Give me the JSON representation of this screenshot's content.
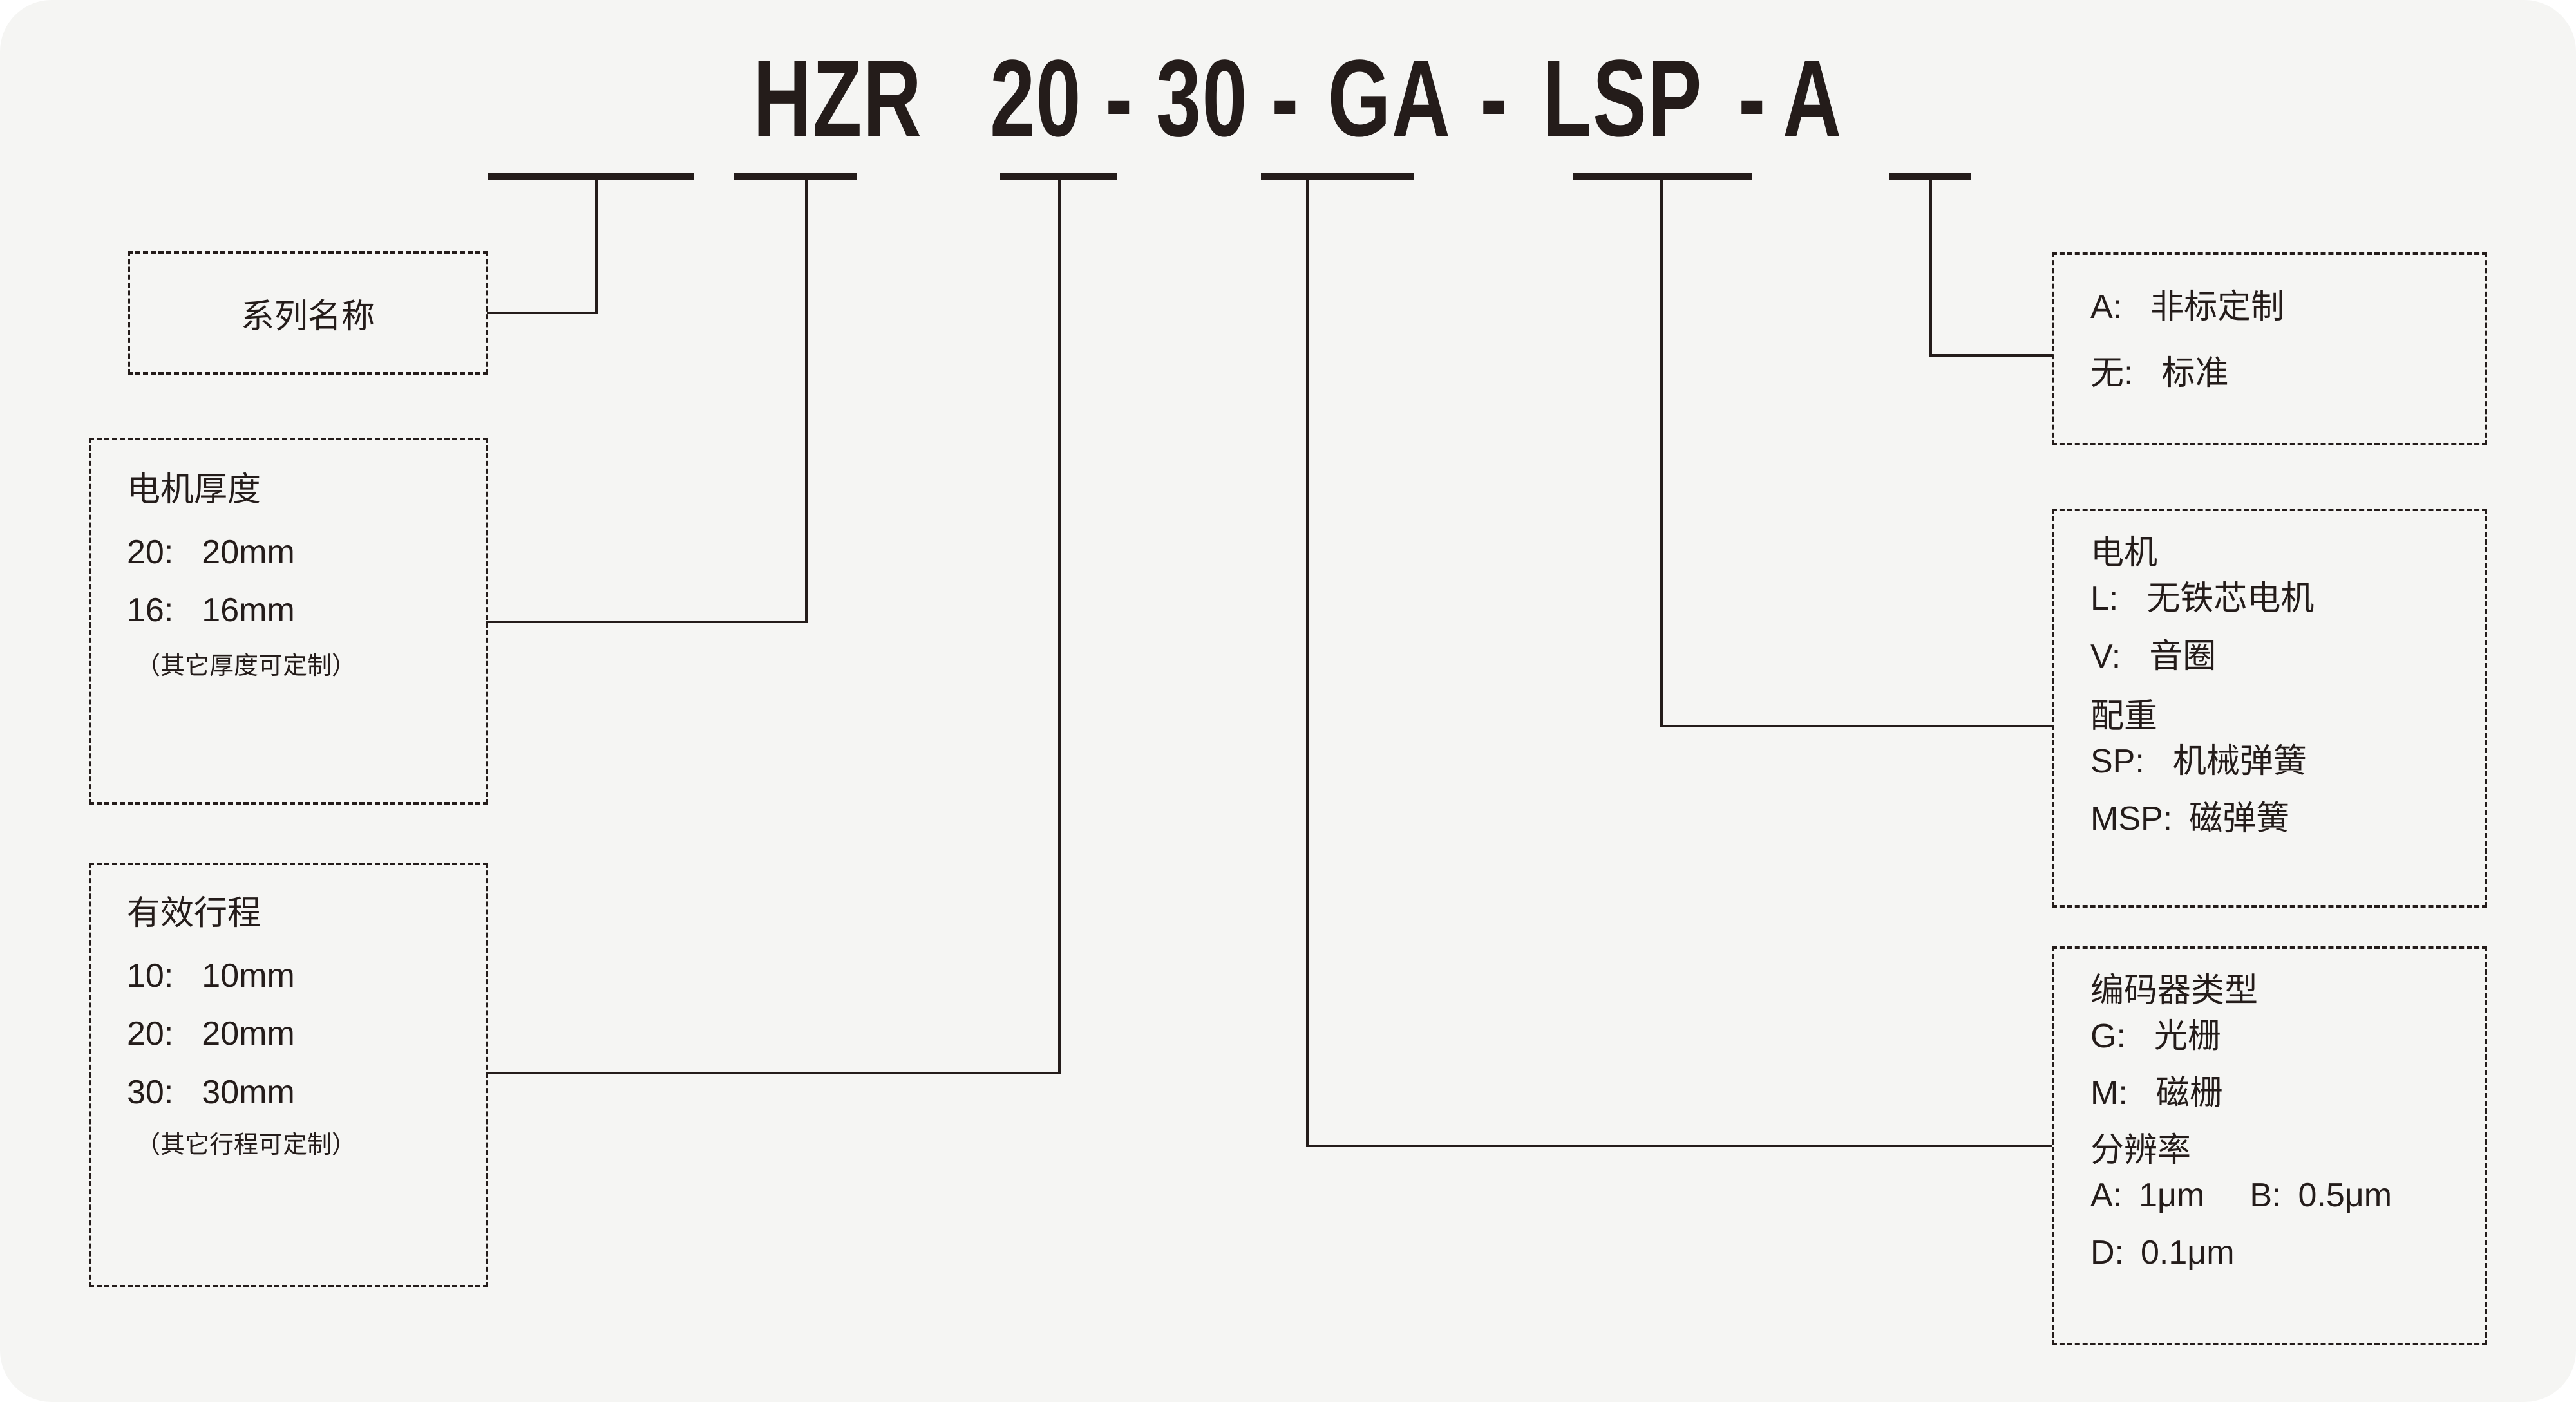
{
  "diagram": {
    "type": "model-number-breakdown",
    "background_color": "#f5f5f3",
    "ink_color": "#241c1a"
  },
  "model_code": {
    "full": "HZR 20 - 30 - GA - LSP - A",
    "segments": [
      {
        "id": "series",
        "text": "HZR"
      },
      {
        "id": "thickness",
        "text": "20"
      },
      {
        "id": "stroke",
        "text": "30"
      },
      {
        "id": "encoder",
        "text": "GA"
      },
      {
        "id": "motor",
        "text": "LSP"
      },
      {
        "id": "custom",
        "text": "A"
      }
    ],
    "separator": "-"
  },
  "boxes": {
    "series_name": {
      "title": "系列名称"
    },
    "motor_thickness": {
      "title": "电机厚度",
      "rows": [
        {
          "code": "20:",
          "value": "20mm"
        },
        {
          "code": "16:",
          "value": "16mm"
        }
      ],
      "note": "（其它厚度可定制）"
    },
    "effective_stroke": {
      "title": "有效行程",
      "rows": [
        {
          "code": "10:",
          "value": "10mm"
        },
        {
          "code": "20:",
          "value": "20mm"
        },
        {
          "code": "30:",
          "value": "30mm"
        }
      ],
      "note": "（其它行程可定制）"
    },
    "customization": {
      "rows": [
        {
          "code": "A:",
          "value": "非标定制"
        },
        {
          "code": "无:",
          "value": "标准"
        }
      ]
    },
    "motor_and_counterweight": {
      "motor_title": "电机",
      "motor_rows": [
        {
          "code": "L:",
          "value": "无铁芯电机"
        },
        {
          "code": "V:",
          "value": "音圈"
        }
      ],
      "counterweight_title": "配重",
      "counterweight_rows": [
        {
          "code": "SP:",
          "value": "机械弹簧"
        },
        {
          "code": "MSP:",
          "value": "磁弹簧"
        }
      ]
    },
    "encoder": {
      "type_title": "编码器类型",
      "type_rows": [
        {
          "code": "G:",
          "value": "光栅"
        },
        {
          "code": "M:",
          "value": "磁栅"
        }
      ],
      "resolution_title": "分辨率",
      "resolution_rows": [
        {
          "code": "A:",
          "value": "1μm"
        },
        {
          "code": "B:",
          "value": "0.5μm"
        },
        {
          "code": "D:",
          "value": "0.1μm"
        }
      ]
    }
  }
}
